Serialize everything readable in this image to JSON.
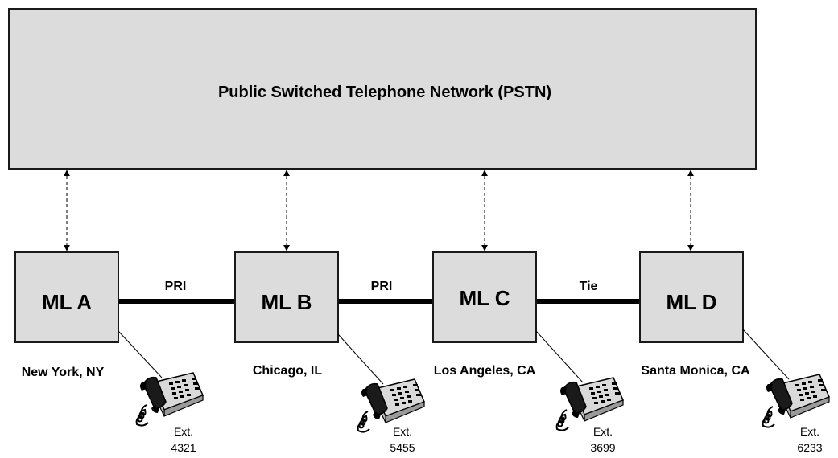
{
  "network": {
    "label": "Public Switched Telephone Network (PSTN)"
  },
  "nodes": [
    {
      "id": "a",
      "label": "ML A",
      "location": "New York, NY",
      "ext_label": "Ext.",
      "ext": "4321"
    },
    {
      "id": "b",
      "label": "ML B",
      "location": "Chicago, IL",
      "ext_label": "Ext.",
      "ext": "5455"
    },
    {
      "id": "c",
      "label": "ML C",
      "location": "Los Angeles, CA",
      "ext_label": "Ext.",
      "ext": "3699"
    },
    {
      "id": "d",
      "label": "ML D",
      "location": "Santa Monica, CA",
      "ext_label": "Ext.",
      "ext": "6233"
    }
  ],
  "trunks": [
    {
      "from": "a",
      "to": "b",
      "label": "PRI"
    },
    {
      "from": "b",
      "to": "c",
      "label": "PRI"
    },
    {
      "from": "c",
      "to": "d",
      "label": "Tie"
    }
  ],
  "colors": {
    "box_fill": "#dcdcdc",
    "stroke": "#1a1a1a",
    "phone_body": "#d9d9d9"
  }
}
